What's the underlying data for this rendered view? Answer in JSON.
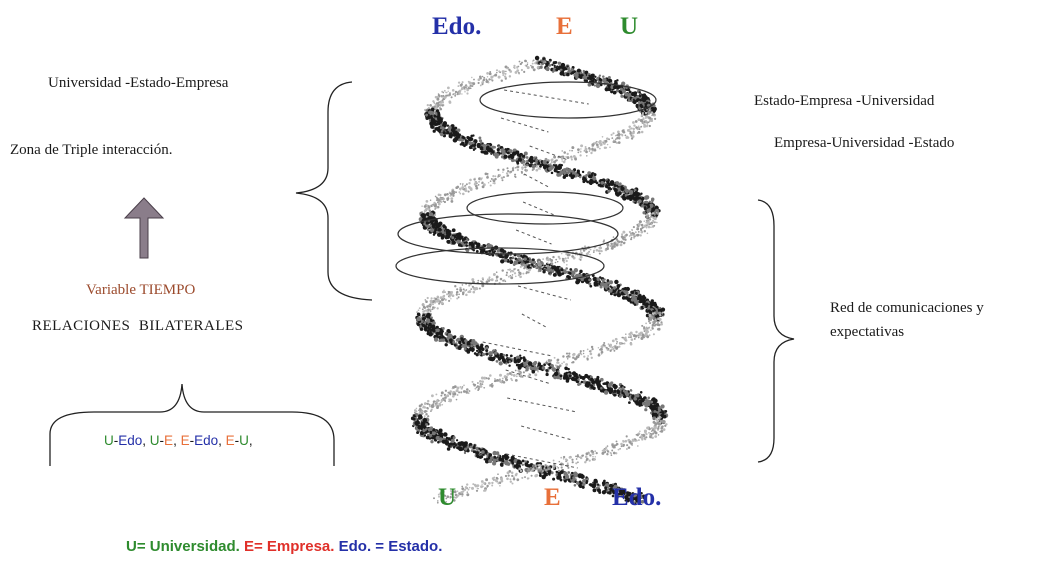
{
  "top_labels": {
    "edo": "Edo.",
    "e": "E",
    "u": "U"
  },
  "bottom_labels": {
    "u": "U",
    "e": "E",
    "edo": "Edo."
  },
  "left": {
    "use": "Universidad -Estado-Empresa",
    "zone": "Zona de Triple interacción.",
    "variable": "Variable TIEMPO",
    "relaciones": "RELACIONES  BILATERALES"
  },
  "pairs": [
    {
      "a": "U",
      "b": "Edo"
    },
    {
      "a": "U",
      "b": "E"
    },
    {
      "a": "E",
      "b": "Edo"
    },
    {
      "a": "E",
      "b": "U"
    }
  ],
  "pair_sep": "-",
  "list_sep": ", ",
  "list_end": ",",
  "right": {
    "eeu": "Estado-Empresa -Universidad",
    "eue": "Empresa-Universidad -Estado",
    "red_1": "Red de comunicaciones y",
    "red_2": "expectativas"
  },
  "legend": {
    "u": "U= Universidad.",
    "e": "E= Empresa.",
    "edo": "Edo. = Estado."
  },
  "colors": {
    "universidad": "#2e8b2e",
    "empresa": "#e8703a",
    "estado": "#2430a8",
    "tiempo": "#9b4a2c",
    "arrow": "#8a7d8a",
    "legend_empresa": "#e0302a"
  }
}
